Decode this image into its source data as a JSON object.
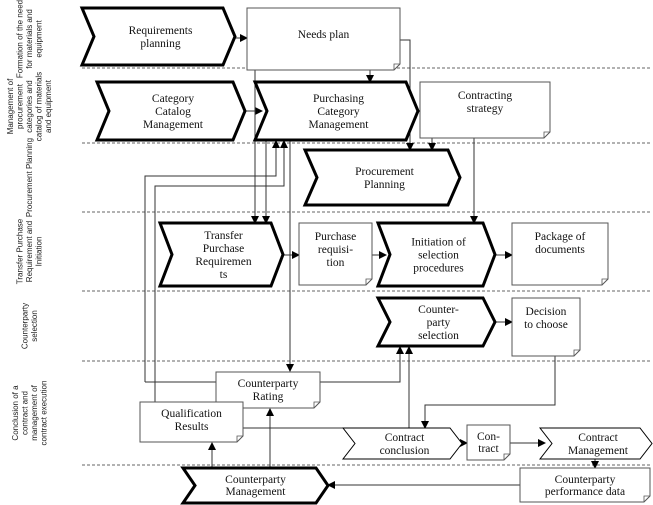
{
  "lanes": [
    {
      "lines": [
        "Formation of the need",
        "for materials and",
        "equipment"
      ]
    },
    {
      "lines": [
        "Management of",
        "procurement",
        "categories and",
        "catalog of materials",
        "and equipment"
      ]
    },
    {
      "lines": [
        "Procurement Planning"
      ]
    },
    {
      "lines": [
        "Transfer Purchase",
        "Requirement and",
        "Initiation"
      ]
    },
    {
      "lines": [
        "Counterparty",
        "selection"
      ]
    },
    {
      "lines": [
        "Conclusion of a",
        "contract and",
        "management of",
        "contract execution"
      ]
    }
  ],
  "processes": [
    {
      "id": "requirements-planning",
      "lines": [
        "Requirements",
        "planning"
      ],
      "style": "thick"
    },
    {
      "id": "category-catalog-management",
      "lines": [
        "Category",
        "Catalog",
        "Management"
      ],
      "style": "thick"
    },
    {
      "id": "purchasing-category-management",
      "lines": [
        "Purchasing",
        "Category",
        "Management"
      ],
      "style": "thick"
    },
    {
      "id": "procurement-planning",
      "lines": [
        "Procurement",
        "Planning"
      ],
      "style": "thick"
    },
    {
      "id": "transfer-purchase-requirements",
      "lines": [
        "Transfer",
        "Purchase",
        "Requiremen",
        "ts"
      ],
      "style": "thick"
    },
    {
      "id": "initiation-of-selection-procedures",
      "lines": [
        "Initiation of",
        "selection",
        "procedures"
      ],
      "style": "thick"
    },
    {
      "id": "counterparty-selection",
      "lines": [
        "Counter-",
        "party",
        "selection"
      ],
      "style": "thick"
    },
    {
      "id": "contract-conclusion",
      "lines": [
        "Contract",
        "conclusion"
      ],
      "style": "thin"
    },
    {
      "id": "contract-management",
      "lines": [
        "Contract",
        "Management"
      ],
      "style": "thin"
    },
    {
      "id": "counterparty-management",
      "lines": [
        "Counterparty",
        "Management"
      ],
      "style": "thick"
    }
  ],
  "documents": [
    {
      "id": "needs-plan",
      "lines": [
        "Needs plan"
      ]
    },
    {
      "id": "contracting-strategy",
      "lines": [
        "Contracting",
        "strategy"
      ]
    },
    {
      "id": "purchase-requisition",
      "lines": [
        "Purchase",
        "requisi-",
        "tion"
      ]
    },
    {
      "id": "package-of-documents",
      "lines": [
        "Package of",
        "documents"
      ]
    },
    {
      "id": "decision-to-choose",
      "lines": [
        "Decision",
        "to choose"
      ]
    },
    {
      "id": "counterparty-rating",
      "lines": [
        "Counterparty",
        "Rating"
      ]
    },
    {
      "id": "qualification-results",
      "lines": [
        "Qualification",
        "Results"
      ]
    },
    {
      "id": "contract",
      "lines": [
        "Con-",
        "tract"
      ]
    },
    {
      "id": "counterparty-performance-data",
      "lines": [
        "Counterparty",
        "performance data"
      ]
    }
  ]
}
